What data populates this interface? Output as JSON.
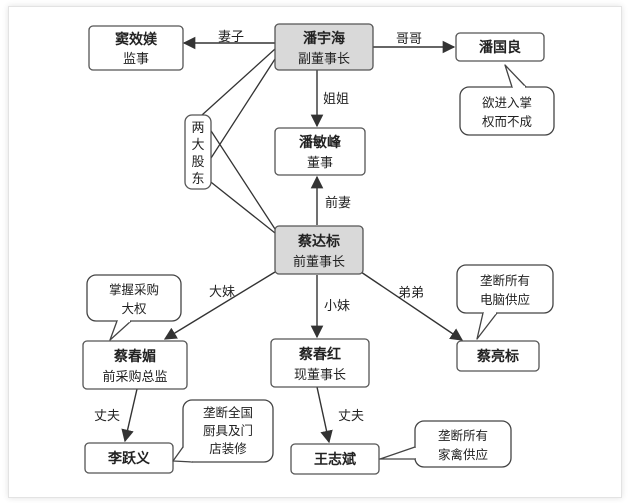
{
  "colors": {
    "line": "#333333",
    "box_fill": "#ffffff",
    "box_fill_highlight": "#d9d9d9",
    "box_stroke": "#555555",
    "bubble_stroke": "#444444"
  },
  "nodes": {
    "pan_yuhai": {
      "name": "潘宇海",
      "title": "副董事长"
    },
    "dou_xiaomei": {
      "name": "窦效媄",
      "title": "监事"
    },
    "pan_guoliang": {
      "name": "潘国良",
      "title": ""
    },
    "pan_minfeng": {
      "name": "潘敏峰",
      "title": "董事"
    },
    "cai_dabiao": {
      "name": "蔡达标",
      "title": "前董事长"
    },
    "cai_chunmei": {
      "name": "蔡春媚",
      "title": "前采购总监"
    },
    "cai_chunhong": {
      "name": "蔡春红",
      "title": "现董事长"
    },
    "cai_liangbiao": {
      "name": "蔡亮标",
      "title": ""
    },
    "li_yueyi": {
      "name": "李跃义",
      "title": ""
    },
    "wang_zhibin": {
      "name": "王志斌",
      "title": ""
    }
  },
  "edges": {
    "wife": "妻子",
    "elder_brother": "哥哥",
    "elder_sister": "姐姐",
    "ex_wife": "前妻",
    "big_sister": "大妹",
    "small_sister": "小妹",
    "younger_brother": "弟弟",
    "husband_li": "丈夫",
    "husband_wang": "丈夫"
  },
  "shareholders_label": [
    "两",
    "大",
    "股",
    "东"
  ],
  "bubbles": {
    "pan_guoliang": [
      "欲进入掌",
      "权而不成"
    ],
    "cai_chunmei": [
      "掌握采购",
      "大权"
    ],
    "cai_liangbiao": [
      "垄断所有",
      "电脑供应"
    ],
    "li_yueyi": [
      "垄断全国",
      "厨具及门",
      "店装修"
    ],
    "wang_zhibin": [
      "垄断所有",
      "家禽供应"
    ]
  }
}
